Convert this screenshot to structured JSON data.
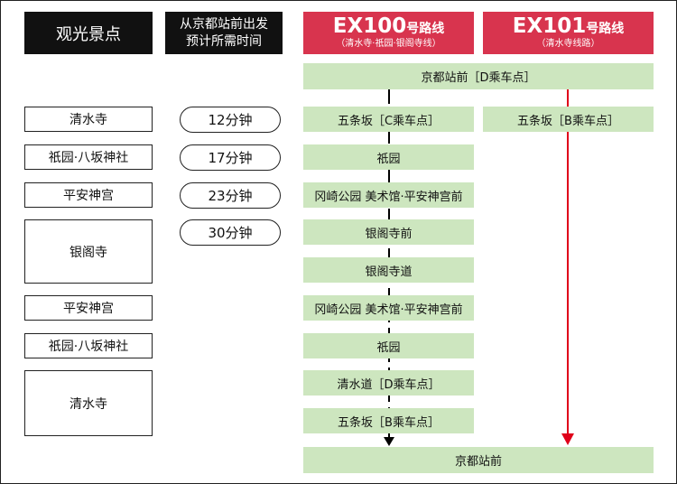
{
  "headers": {
    "spots_title": "观光景点",
    "time_title_line1": "从京都站前出发",
    "time_title_line2": "预计所需时间",
    "ex100_title": "EX100",
    "ex100_suffix": "号路线",
    "ex100_sub": "（清水寺·祇园·银阁寺线）",
    "ex101_title": "EX101",
    "ex101_suffix": "号路线",
    "ex101_sub": "（清水寺线路）"
  },
  "spots_outbound": [
    "清水寺",
    "祇园·八坂神社",
    "平安神宫",
    "银阁寺"
  ],
  "spots_return": [
    "平安神宫",
    "祇园·八坂神社",
    "清水寺"
  ],
  "durations": [
    "12分钟",
    "17分钟",
    "23分钟",
    "30分钟"
  ],
  "start_stop": "京都站前［D乘车点］",
  "ex100_stops": [
    "五条坂［C乘车点］",
    "祇园",
    "冈崎公园 美术馆·平安神宫前",
    "银阁寺前",
    "银阁寺道",
    "冈崎公园 美术馆·平安神宫前",
    "祇园",
    "清水道［D乘车点］",
    "五条坂［B乘车点］"
  ],
  "ex101_stop": "五条坂［B乘车点］",
  "end_stop": "京都站前",
  "colors": {
    "header_red": "#d8344e",
    "header_dark": "#111111",
    "stop_green": "#cde6bf",
    "ex101_line": "#e0001a",
    "ex100_line": "#000000"
  }
}
